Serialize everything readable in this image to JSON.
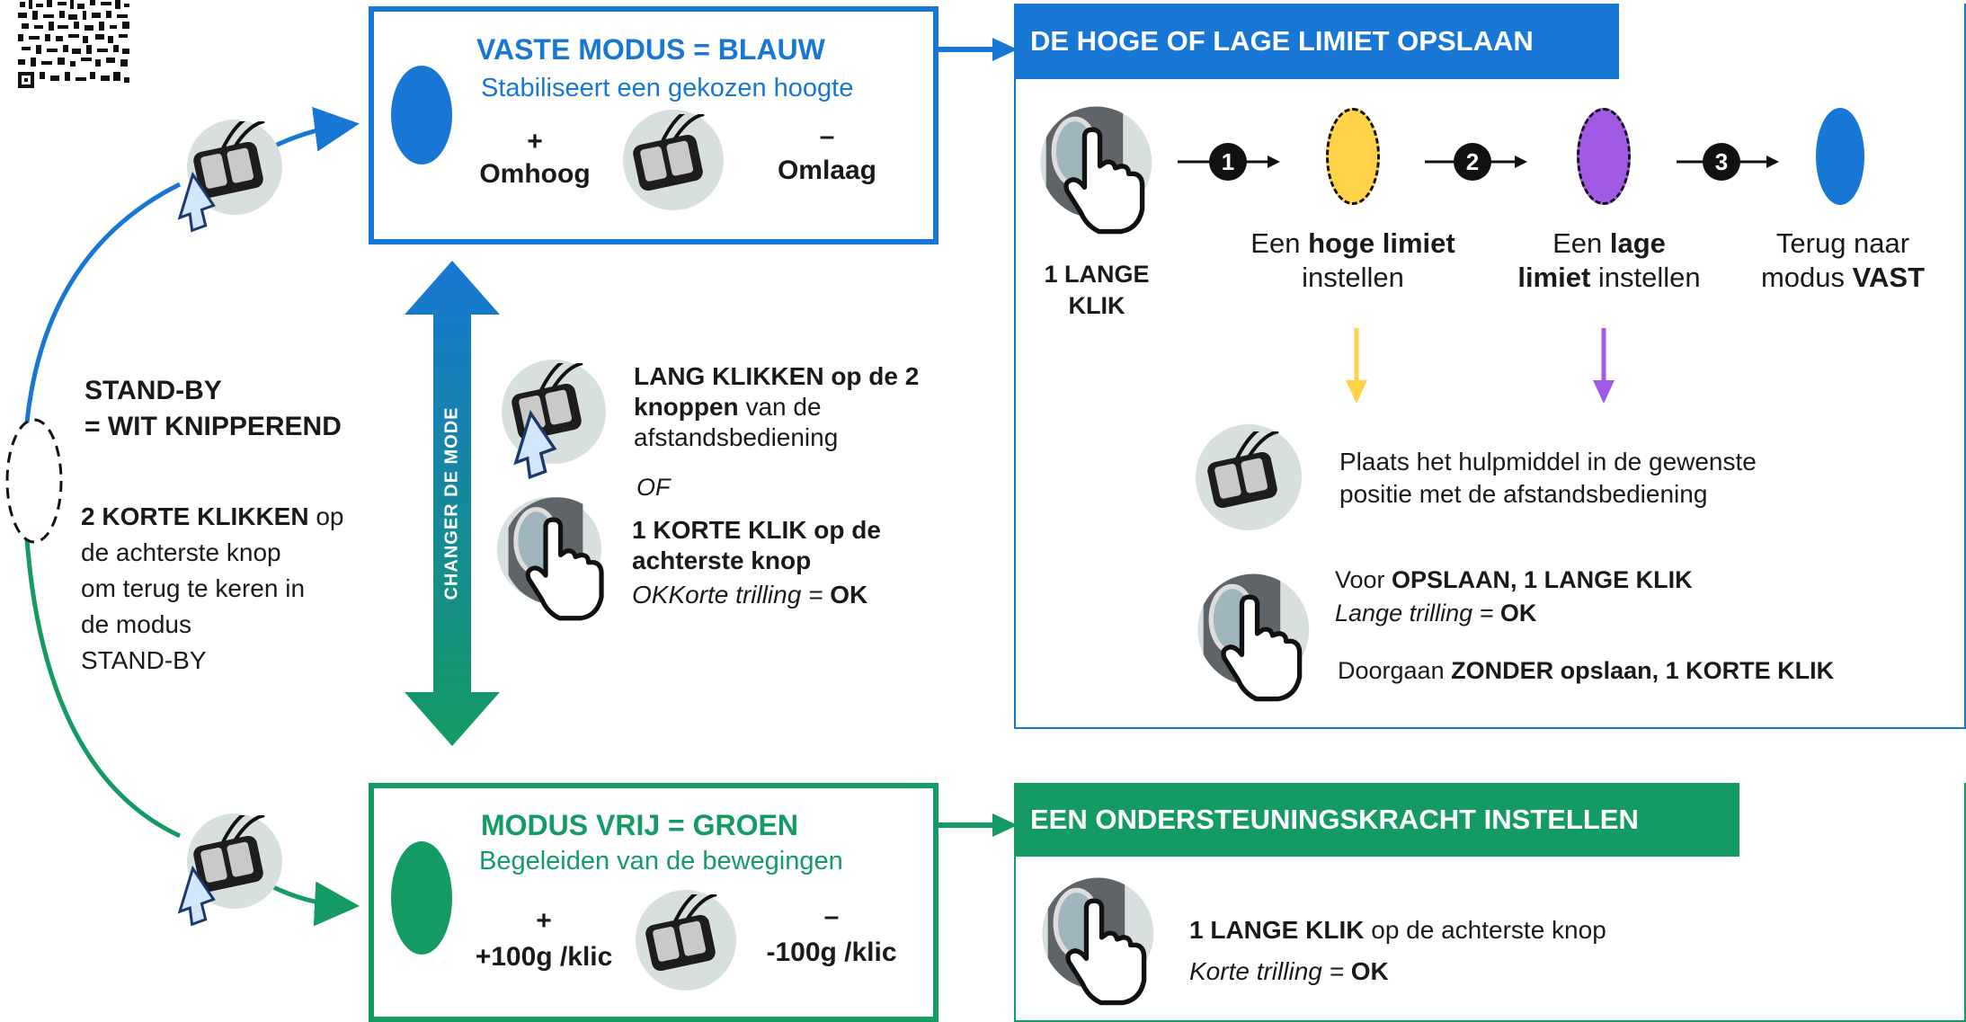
{
  "colors": {
    "blue": "#1877d4",
    "green": "#149a63",
    "yellow": "#ffd24a",
    "purple": "#a259e6"
  },
  "icons": {
    "qr": "qr-code-icon",
    "remote": "remote-control-icon",
    "hand": "hand-press-icon",
    "pointer": "pointer-arrow-icon"
  },
  "fixed": {
    "title": "VASTE MODUS = BLAUW",
    "subtitle": "Stabiliseert een gekozen hoogte",
    "plus": "+",
    "up": "Omhoog",
    "minus": "–",
    "down": "Omlaag"
  },
  "free": {
    "title": "MODUS VRIJ = GROEN",
    "subtitle": "Begeleiden van de bewegingen",
    "plus": "+",
    "plus_label": "+100g /klic",
    "minus": "–",
    "minus_label": "-100g /klic"
  },
  "standby": {
    "title_1": "STAND-BY",
    "title_2": "= WIT KNIPPEREND",
    "desc_bold": "2 KORTE KLIKKEN",
    "desc_1": " op",
    "desc_2": "de achterste knop",
    "desc_3": "om terug te keren in",
    "desc_4": "de modus",
    "desc_5": "STAND-BY"
  },
  "change_mode": {
    "label": "CHANGER DE MODE",
    "long_bold_1": "LANG KLIKKEN op de 2",
    "long_bold_2": "knoppen",
    "long_rest_2": " van de",
    "long_3": "afstandsbediening",
    "or": "OF",
    "short_bold_1": "1 KORTE KLIK op de",
    "short_bold_2": "achterste knop",
    "vibr_italic": "OKKorte trilling = ",
    "vibr_ok": "OK"
  },
  "save_limit": {
    "header": "DE HOGE OF LAGE LIMIET OPSLAAN",
    "click_1": "1 LANGE",
    "click_2": "KLIK",
    "steps": [
      "1",
      "2",
      "3"
    ],
    "high_pre": "Een ",
    "high_bold": "hoge limiet",
    "high_post": "instellen",
    "low_pre": "Een ",
    "low_bold": "lage",
    "low_bold_2": "limiet",
    "low_post": " instellen",
    "back_1": "Terug naar",
    "back_pre": "modus ",
    "back_bold": "VAST",
    "place_1": "Plaats het hulpmiddel in de gewenste",
    "place_2": "positie met de afstandsbediening",
    "save_pre": "Voor ",
    "save_bold": "OPSLAAN, 1 LANGE KLIK",
    "long_vibr": "Lange trilling = ",
    "long_ok": "OK",
    "skip_pre": "Doorgaan ",
    "skip_bold": "ZONDER opslaan, 1 KORTE KLIK"
  },
  "support": {
    "header": "EEN ONDERSTEUNINGSKRACHT INSTELLEN",
    "line_bold": "1 LANGE KLIK",
    "line_rest": " op de achterste knop",
    "vibr": "Korte trilling = ",
    "ok": "OK"
  }
}
